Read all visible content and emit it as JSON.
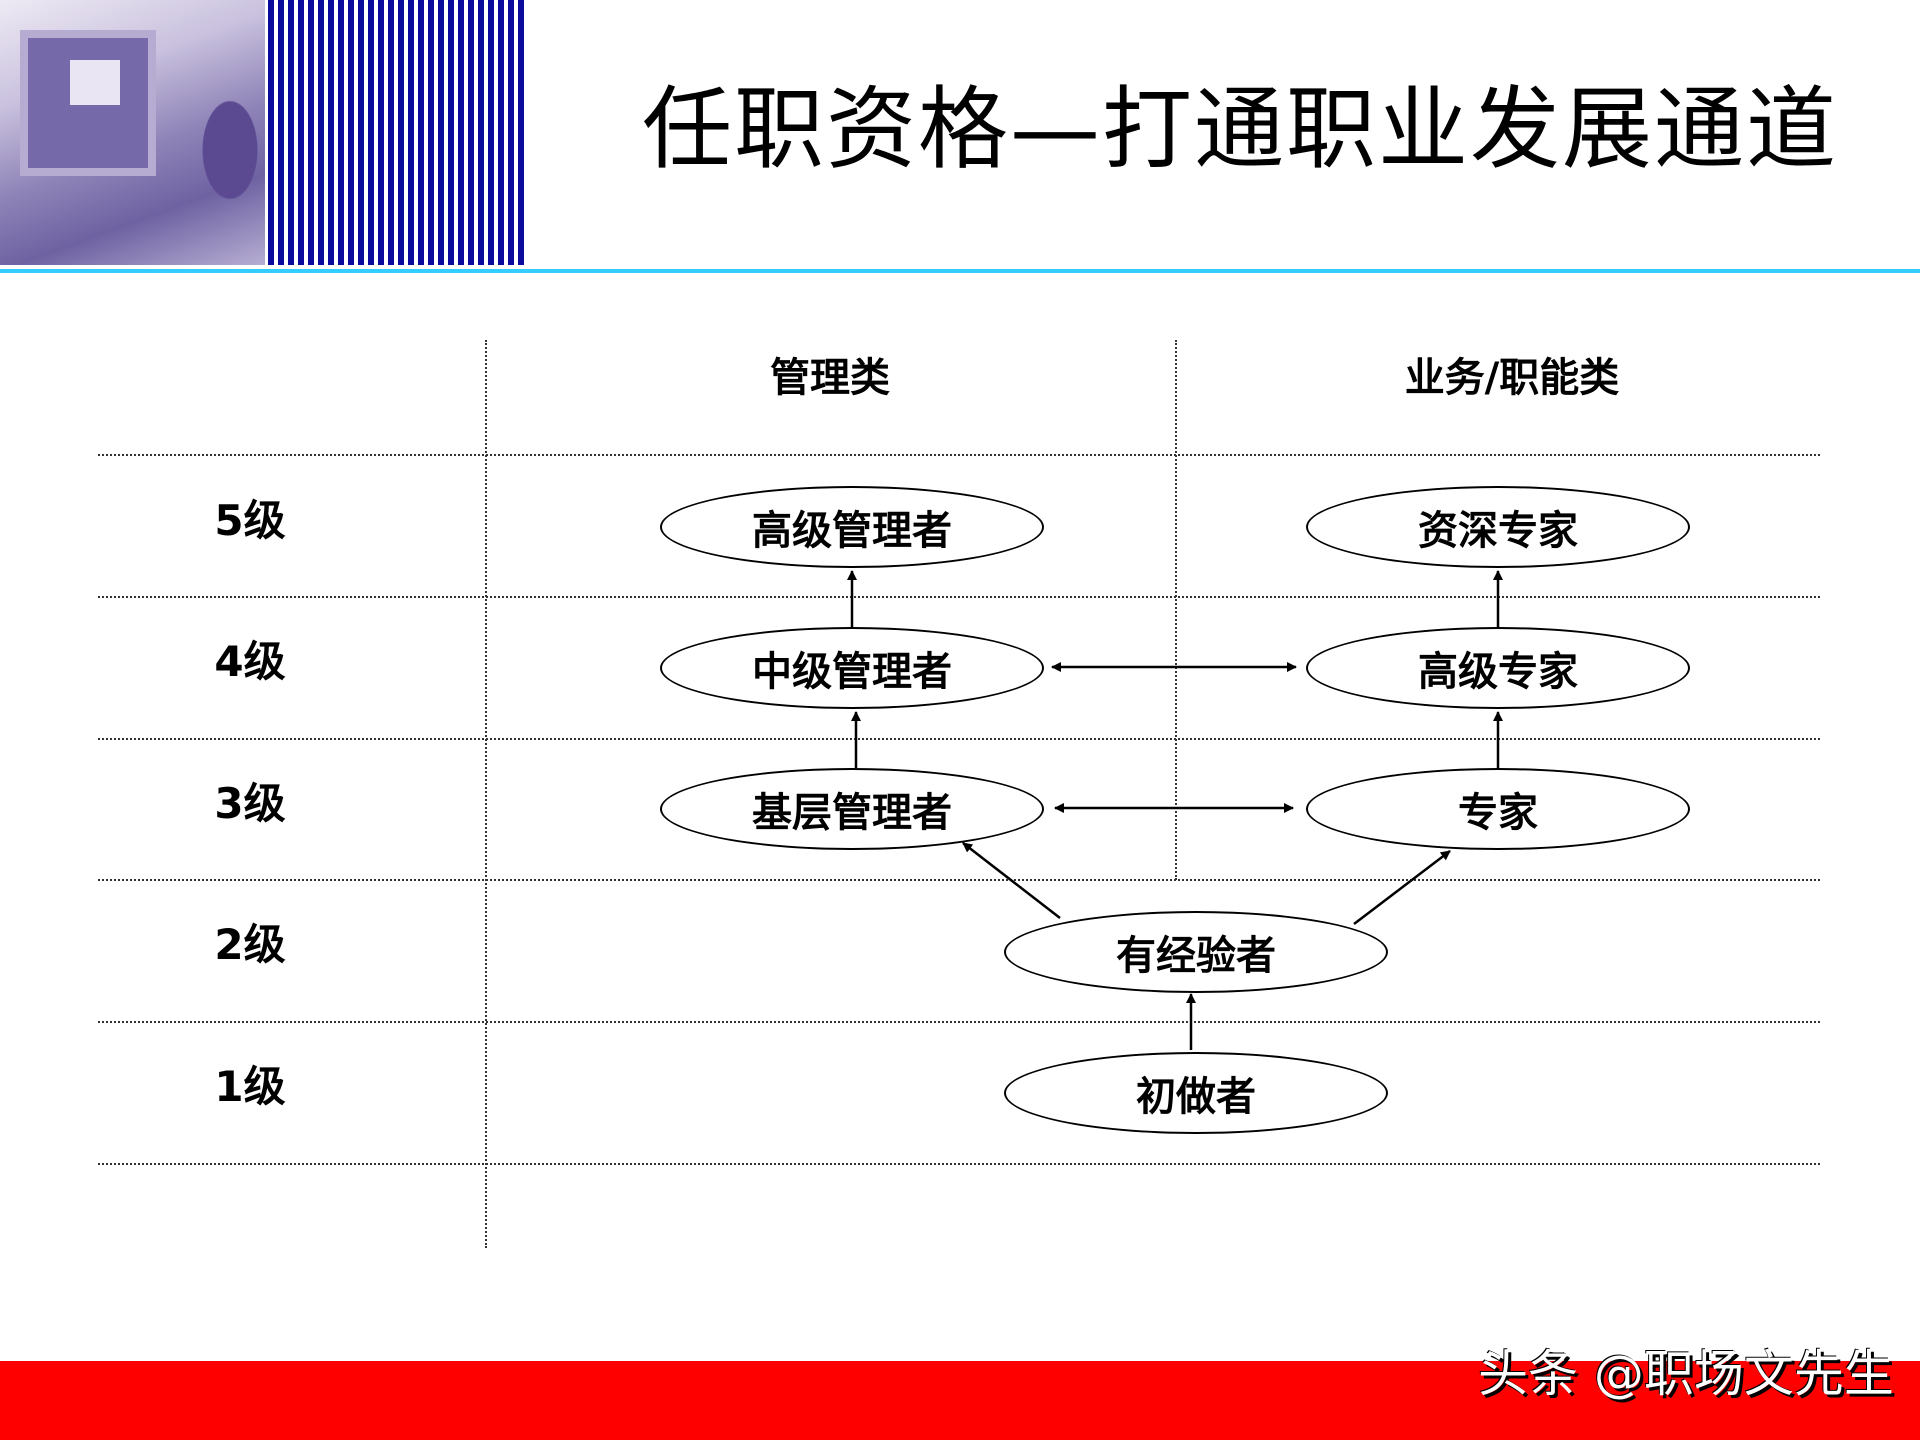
{
  "header": {
    "illustration": "office-worker-at-computer-illustration",
    "stripe_color": "#0a0a9c",
    "accent_line_color": "#33ccff",
    "title": "任职资格—打通职业发展通道"
  },
  "diagram": {
    "columns": [
      {
        "id": "mgmt",
        "label": "管理类"
      },
      {
        "id": "biz",
        "label": "业务/职能类"
      }
    ],
    "levels": [
      {
        "label": "5级"
      },
      {
        "label": "4级"
      },
      {
        "label": "3级"
      },
      {
        "label": "2级"
      },
      {
        "label": "1级"
      }
    ],
    "nodes": {
      "senior_manager": "高级管理者",
      "middle_manager": "中级管理者",
      "junior_manager": "基层管理者",
      "principal_expert": "资深专家",
      "senior_expert": "高级专家",
      "expert": "专家",
      "experienced": "有经验者",
      "beginner": "初做者"
    },
    "edges": [
      {
        "from": "初做者",
        "to": "有经验者",
        "type": "one-way"
      },
      {
        "from": "有经验者",
        "to": "基层管理者",
        "type": "one-way"
      },
      {
        "from": "有经验者",
        "to": "专家",
        "type": "one-way"
      },
      {
        "from": "基层管理者",
        "to": "中级管理者",
        "type": "one-way"
      },
      {
        "from": "中级管理者",
        "to": "高级管理者",
        "type": "one-way"
      },
      {
        "from": "专家",
        "to": "高级专家",
        "type": "one-way"
      },
      {
        "from": "高级专家",
        "to": "资深专家",
        "type": "one-way"
      },
      {
        "from": "基层管理者",
        "to": "专家",
        "type": "two-way"
      },
      {
        "from": "中级管理者",
        "to": "高级专家",
        "type": "two-way"
      }
    ]
  },
  "footer": {
    "bar_color": "#ff0000",
    "watermark": "头条 @职场文先生"
  }
}
